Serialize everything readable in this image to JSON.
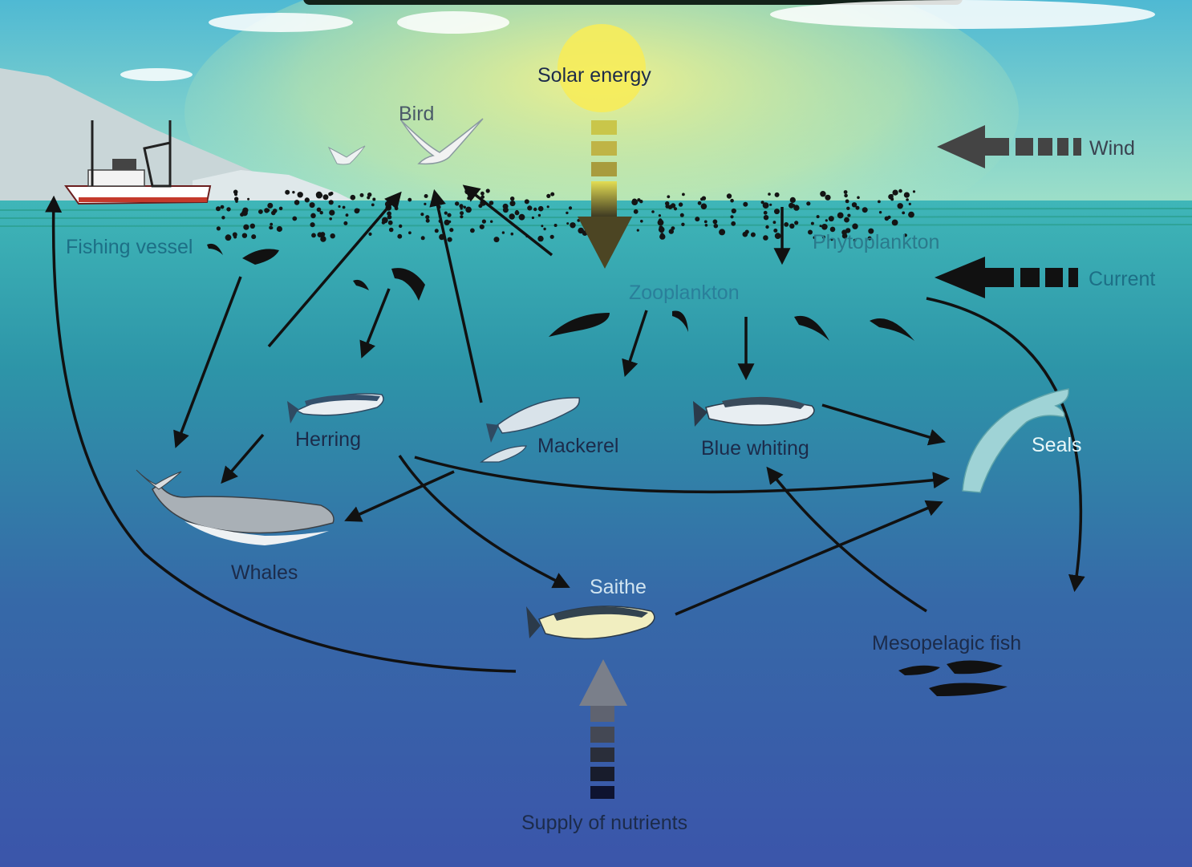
{
  "labels": {
    "solar_energy": "Solar energy",
    "bird": "Bird",
    "wind": "Wind",
    "fishing_vessel": "Fishing vessel",
    "phytoplankton": "Phytoplankton",
    "current": "Current",
    "zooplankton": "Zooplankton",
    "herring": "Herring",
    "mackerel": "Mackerel",
    "blue_whiting": "Blue whiting",
    "seals": "Seals",
    "whales": "Whales",
    "saithe": "Saithe",
    "mesopelagic_fish": "Mesopelagic fish",
    "supply_of_nutrients": "Supply of nutrients"
  },
  "colors": {
    "sky_top": "#4fb9d3",
    "sky_glow": "#eef27a",
    "sea_surface": "#3fb6b8",
    "sea_deep": "#3b58aa",
    "sun": "#f6ec5a",
    "arrow": "#111111",
    "energy_arrow": "#7f6b2a",
    "wind_arrow": "#444444"
  }
}
